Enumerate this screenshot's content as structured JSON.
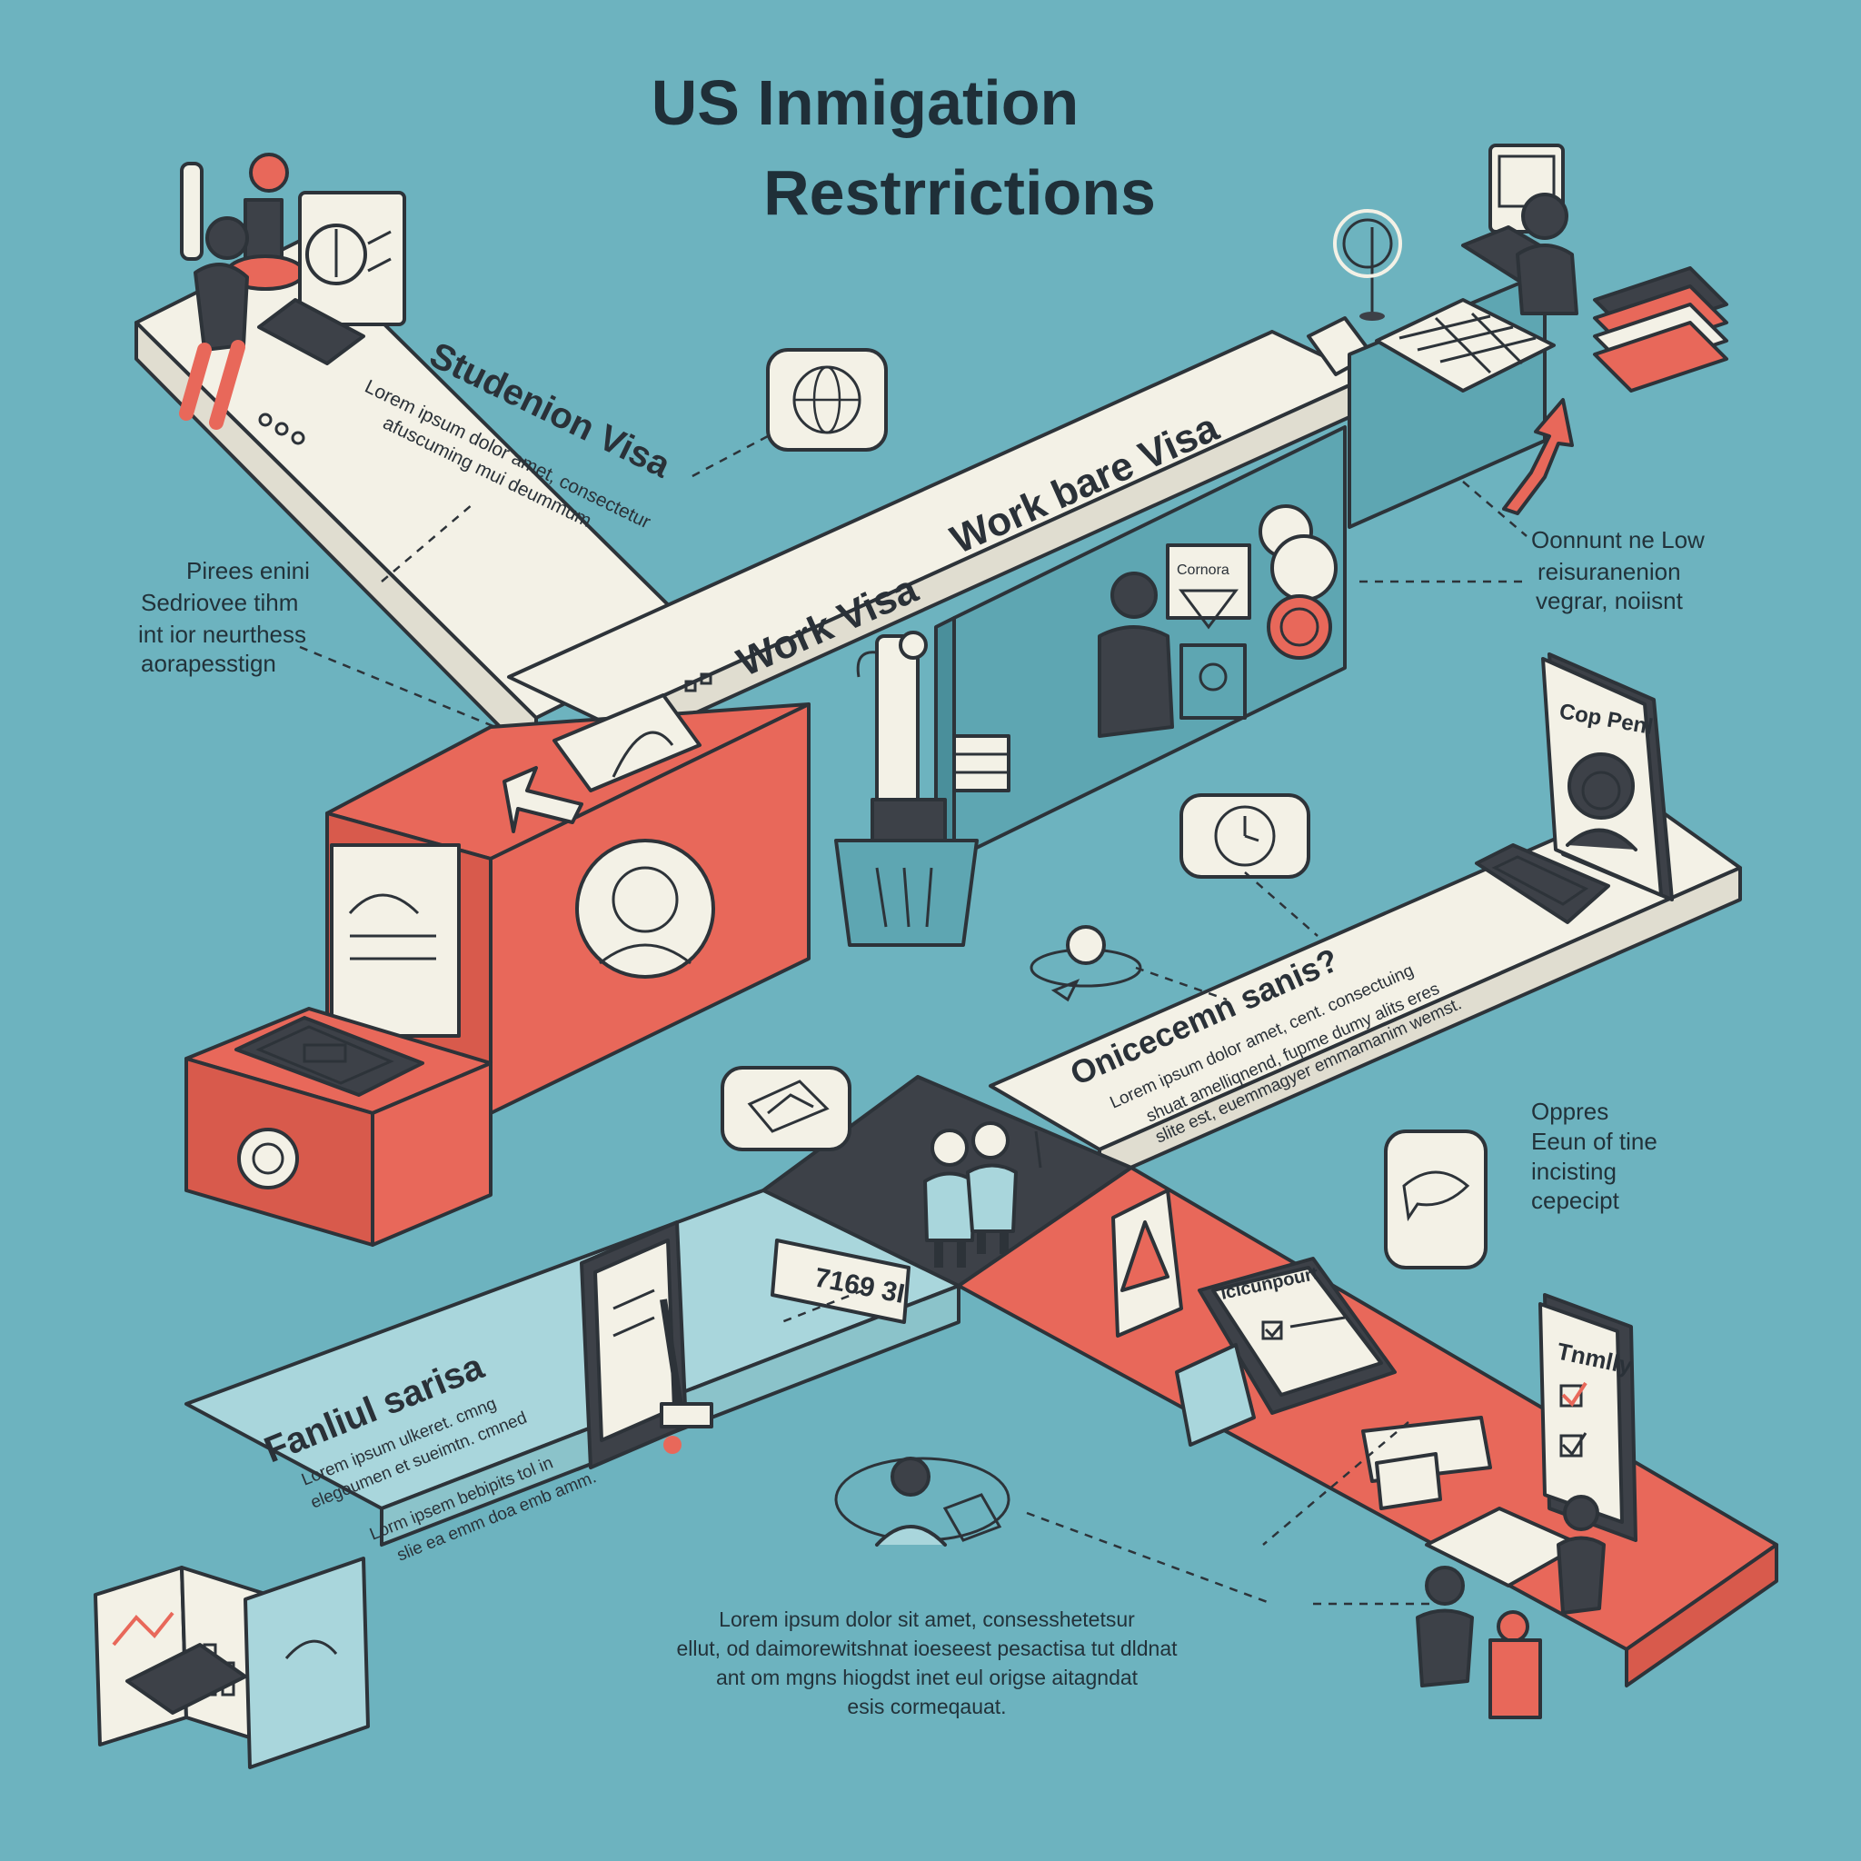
{
  "title": {
    "line1": "US Inmigation",
    "line2": "Restrrictions"
  },
  "sections": {
    "student": {
      "heading": "Studenion Visa",
      "body_line1": "Lorem ipsum dolor amet, consectetur",
      "body_line2": "afuscuming mui deummum."
    },
    "work": {
      "heading_a": "Work Visa",
      "heading_b": "Work bare Visa"
    },
    "concern": {
      "heading": "Onicecemn sanis?",
      "body_line1": "Lorem ipsum dolor amet, cent. consectuing",
      "body_line2": "shuat amelliqnend, fupme dumy alits eres",
      "body_line3": "slite est, euemmagyer emmamanim wemst."
    },
    "family": {
      "heading": "Fanliul sarisa",
      "body_line1": "Lorem ipsum ulkeret. cmng",
      "body_line2": "elegoumen et sueimtn. cmned",
      "body_line3": "Lorm ipsem bebipits tol in",
      "body_line4": "slie ea emm doa emb amm."
    }
  },
  "callouts": {
    "left": [
      "Pirees enini",
      "Sedriovee tihm",
      "int ior neurthess",
      "aorapesstign"
    ],
    "right_top": [
      "Oonnunt ne Low",
      "reisuranenion",
      "vegrar, noiisnt"
    ],
    "right_mid": [
      "Oppres",
      "Eeun of tine",
      "incisting",
      "cepecipt"
    ],
    "bottom": [
      "Lorem ipsum dolor sit amet, consesshetetsur",
      "ellut, od daimorewitshnat ioeseest pesactisa tut dldnat",
      "ant om mgns hiogdst inet eul origse aitagndat",
      "esis cormeqauat."
    ]
  },
  "sign_labels": {
    "cop_panel": "Cop Penl",
    "timer": "7169 3I",
    "family_card": "Tnmlly",
    "ticket": "Icicunpourt",
    "work_sign": "Cornora"
  },
  "palette": {
    "background": "#6db3bf",
    "coral": "#e8685a",
    "cream": "#f3f1e6",
    "dark": "#3d4148",
    "teal_panel": "#5ea6b2",
    "light_teal": "#a9d6dc"
  },
  "icons": [
    "globe-icon",
    "chat-person-icon",
    "clock-icon",
    "map-icon",
    "chat-bubble-icon",
    "person-icon",
    "passport-icon",
    "arrow-up-icon"
  ]
}
